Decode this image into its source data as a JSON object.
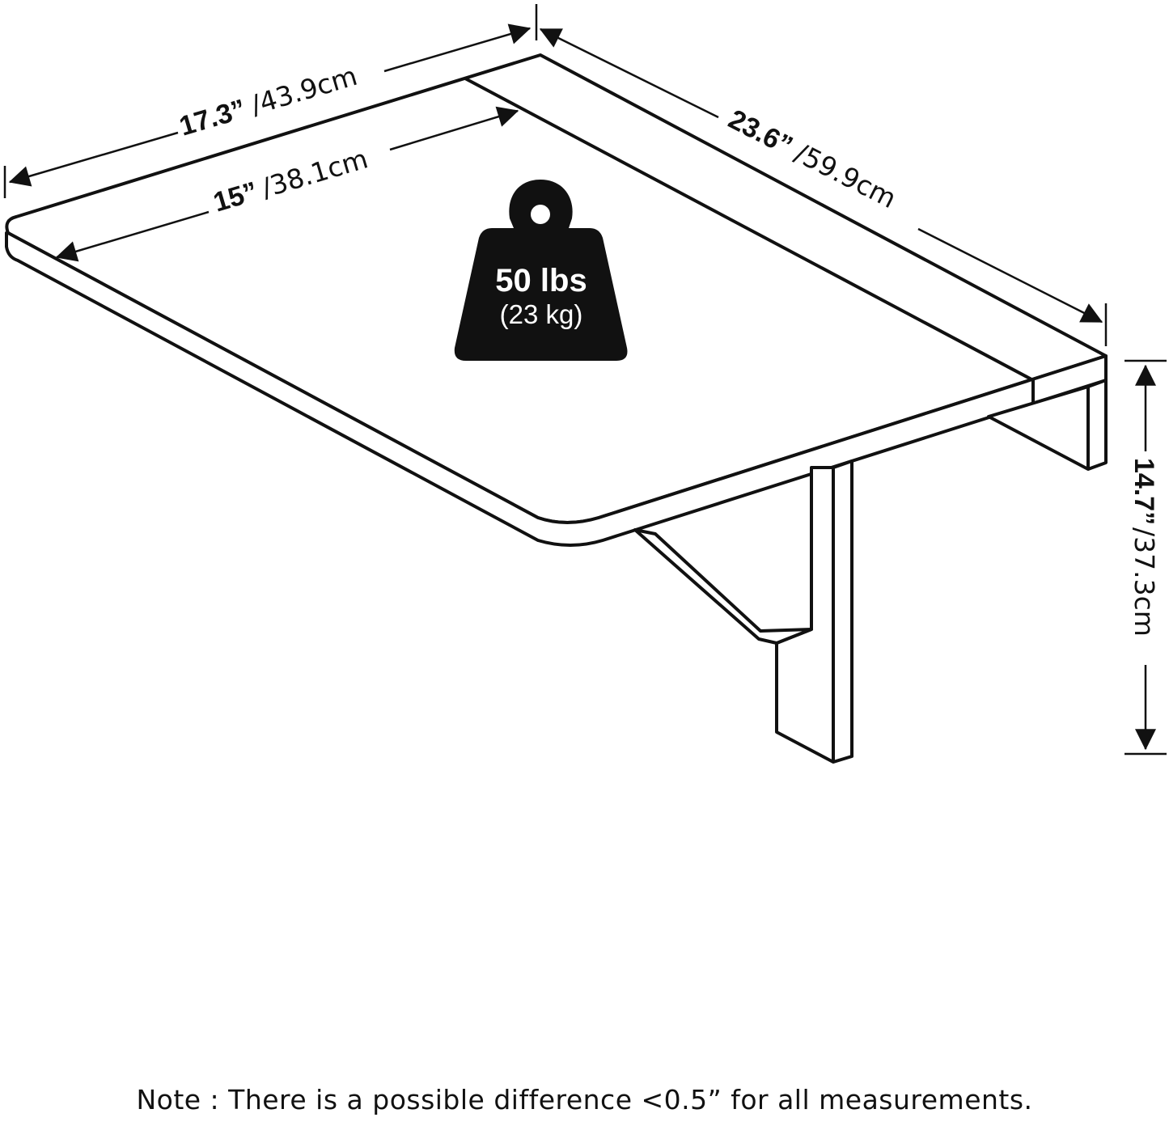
{
  "dimensions": {
    "depth_total": {
      "imperial": "17.3”",
      "metric": "/43.9cm"
    },
    "depth_inner": {
      "imperial": "15”",
      "metric": "/38.1cm"
    },
    "width": {
      "imperial": "23.6”",
      "metric": "/59.9cm"
    },
    "height": {
      "imperial": "14.7”",
      "metric": "/37.3cm"
    }
  },
  "weight_capacity": {
    "main": "50 lbs",
    "sub": "(23 kg)"
  },
  "note": "Note : There is a possible difference <0.5” for all measurements.",
  "colors": {
    "line": "#111111",
    "background": "#ffffff"
  }
}
